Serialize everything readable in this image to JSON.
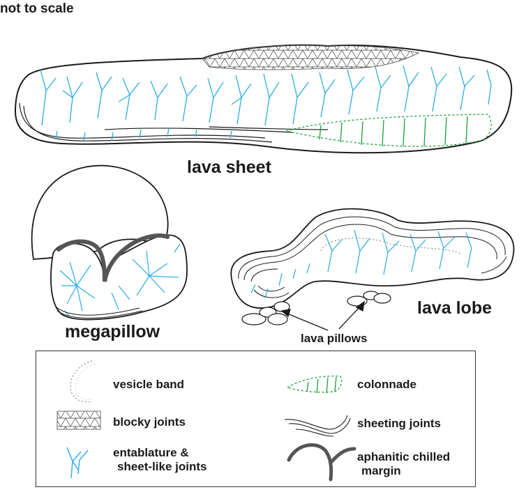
{
  "title": "not to scale",
  "labels": {
    "lava_sheet": "lava sheet",
    "megapillow": "megapillow",
    "lava_lobe": "lava lobe",
    "lava_pillows": "lava pillows"
  },
  "legend": {
    "vesicle_band": "vesicle band",
    "colonnade": "colonnade",
    "blocky_joints": "blocky joints",
    "sheeting_joints": "sheeting joints",
    "entablature_line1": "entablature &",
    "entablature_line2": "sheet-like joints",
    "chilled_line1": "aphanitic chilled",
    "chilled_line2": "margin"
  },
  "colors": {
    "entablature": "#29abe2",
    "colonnade": "#1a9e3a",
    "outline": "#1a1a1a",
    "chilled_margin": "#555555",
    "blocky": "#444444"
  }
}
